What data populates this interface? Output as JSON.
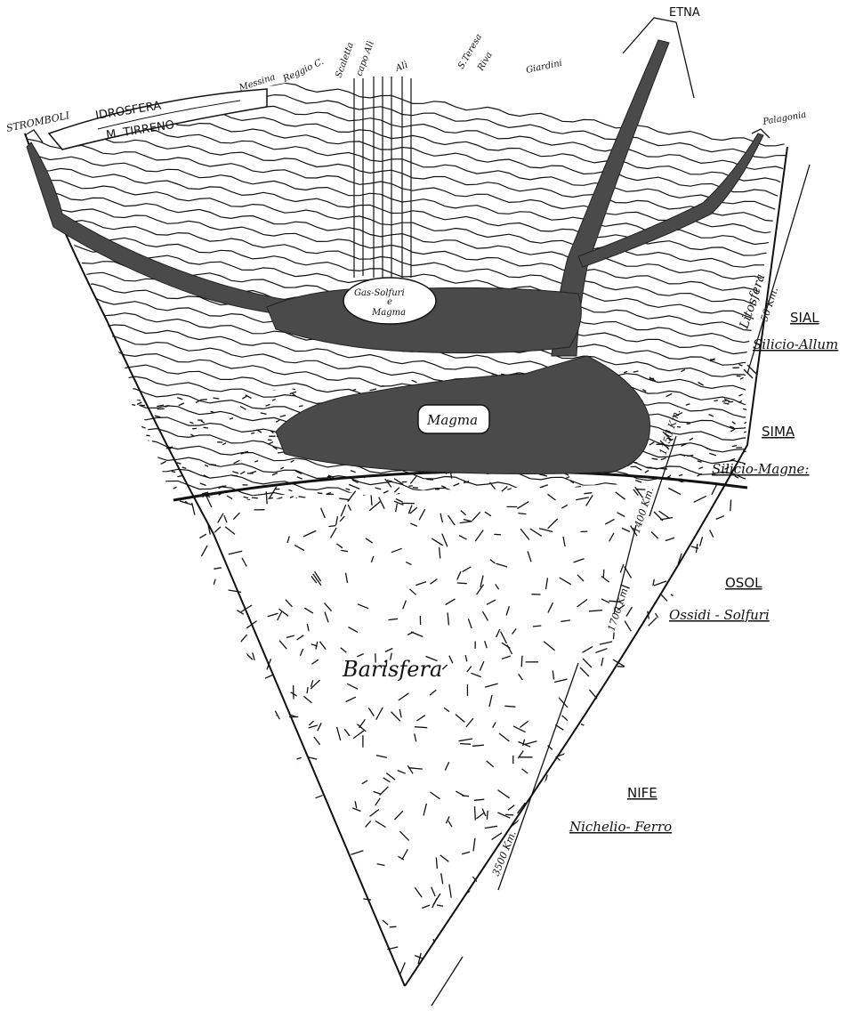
{
  "volcanoes": {
    "stromboli": "STROMBOLI",
    "etna": "ETNA",
    "palagonia": "Palagonia"
  },
  "places": {
    "messina": "Messina",
    "reggio": "Reggio C.",
    "scaletta": "Scaletta",
    "capo_ali": "capo Alì",
    "ali": "Alì",
    "s_teresa": "S.Teresa",
    "riva": "Riva",
    "giardini": "Giardini"
  },
  "sea": {
    "idrosfera": "IDROSFERA",
    "tirreno": "M. TIRRENO"
  },
  "chambers": {
    "gas_line1": "Gas-Solfuri",
    "gas_line2": "e",
    "gas_line3": "Magma",
    "magma": "Magma"
  },
  "barisfera": "Barisfera",
  "distances": {
    "litosfera": "Litosfera",
    "litosfera_km": "50 Km.",
    "sima_km": "1150 Km.",
    "sima2_km": "1400 Km.",
    "osol_km": "1700 Km.",
    "nife_km": "3500 Km."
  },
  "layers": [
    {
      "code": "SIAL",
      "name": "Silicio-Allum"
    },
    {
      "code": "SIMA",
      "name": "Silicio-Magne:"
    },
    {
      "code": "OSOL",
      "name": "Ossidi - Solfuri"
    },
    {
      "code": "NIFE",
      "name": "Nichelio- Ferro"
    }
  ],
  "colors": {
    "ink": "#111111",
    "magma": "#4a4a4a",
    "paper": "#ffffff"
  }
}
